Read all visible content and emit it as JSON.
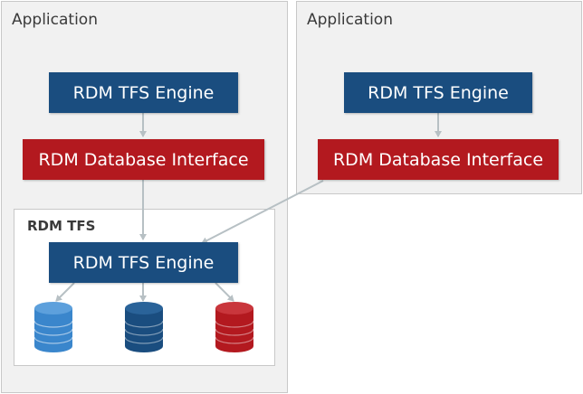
{
  "left_app": {
    "title": "Application",
    "engine_label": "RDM TFS Engine",
    "interface_label": "RDM Database Interface",
    "tfs": {
      "title": "RDM TFS",
      "engine_label": "RDM TFS Engine",
      "databases": [
        {
          "name": "light-blue",
          "color": "#3a86cc"
        },
        {
          "name": "dark-blue",
          "color": "#1a4d7f"
        },
        {
          "name": "red",
          "color": "#b3191f"
        }
      ]
    }
  },
  "right_app": {
    "title": "Application",
    "engine_label": "RDM TFS Engine",
    "interface_label": "RDM Database Interface"
  },
  "colors": {
    "engine": "#1a4d7f",
    "interface": "#b3191f",
    "connector": "#b7c0c4",
    "panel_bg": "#f1f1f1"
  }
}
